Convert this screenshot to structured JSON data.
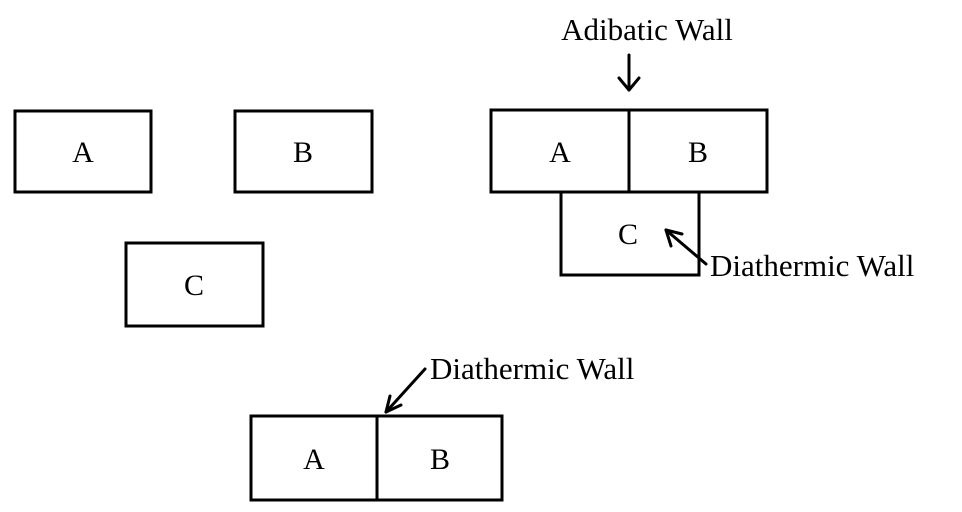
{
  "separate_bodies": {
    "a_label": "A",
    "b_label": "B",
    "c_label": "C"
  },
  "combined_abc": {
    "a_label": "A",
    "b_label": "B",
    "c_label": "C",
    "adiabatic_callout": "Adibatic Wall",
    "diathermic_callout": "Diathermic Wall"
  },
  "combined_ab": {
    "a_label": "A",
    "b_label": "B",
    "diathermic_callout": "Diathermic Wall"
  },
  "colors": {
    "stroke": "#000000",
    "background": "#ffffff"
  }
}
